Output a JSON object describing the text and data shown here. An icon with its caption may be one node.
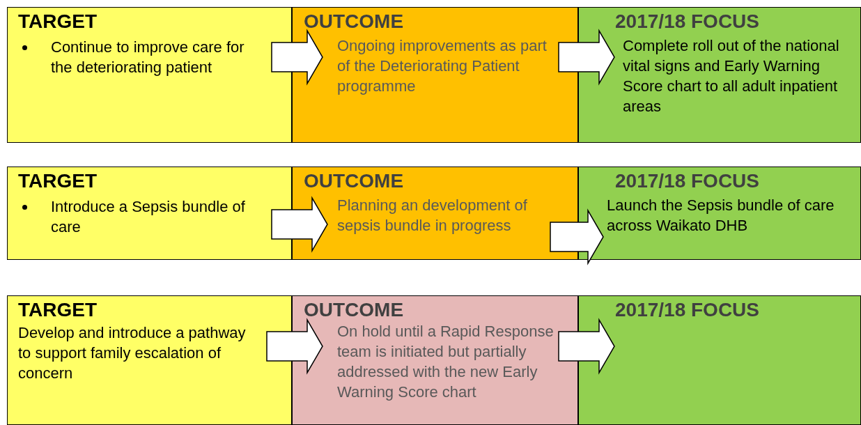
{
  "diagram": {
    "nodes": [
      {
        "text": [
          "TARGET",
          "Continue to improve care for the deteriorating patient"
        ]
      },
      {
        "text": [
          "OUTCOME",
          "Ongoing improvements as part of the Deteriorating Patient programme"
        ]
      },
      {
        "text": [
          "2017/18 FOCUS",
          "Complete roll out of the national vital signs and Early Warning Score chart to all adult inpatient areas"
        ]
      },
      {
        "text": [
          "TARGET",
          "Introduce a Sepsis bundle of care"
        ]
      },
      {
        "text": [
          "OUTCOME",
          "Planning an development of sepsis bundle in progress"
        ]
      },
      {
        "text": [
          "2017/18 FOCUS",
          "Launch the Sepsis bundle of care across Waikato DHB"
        ]
      },
      {
        "text": [
          "TARGET",
          "Develop and introduce a pathway to support family escalation of concern"
        ]
      },
      {
        "text": [
          "OUTCOME",
          "On hold until a Rapid Response team is initiated but partially addressed with the new Early Warning Score chart"
        ]
      },
      {
        "text": [
          "2017/18 FOCUS"
        ]
      }
    ],
    "edges": [
      {
        "from": 0,
        "to": 1,
        "arrow": "to"
      },
      {
        "from": 1,
        "to": 2,
        "arrow": "to"
      },
      {
        "from": 3,
        "to": 4,
        "arrow": "to"
      },
      {
        "from": 4,
        "to": 5,
        "arrow": "to"
      },
      {
        "from": 6,
        "to": 7,
        "arrow": "to"
      },
      {
        "from": 7,
        "to": 8,
        "arrow": "to"
      }
    ]
  }
}
